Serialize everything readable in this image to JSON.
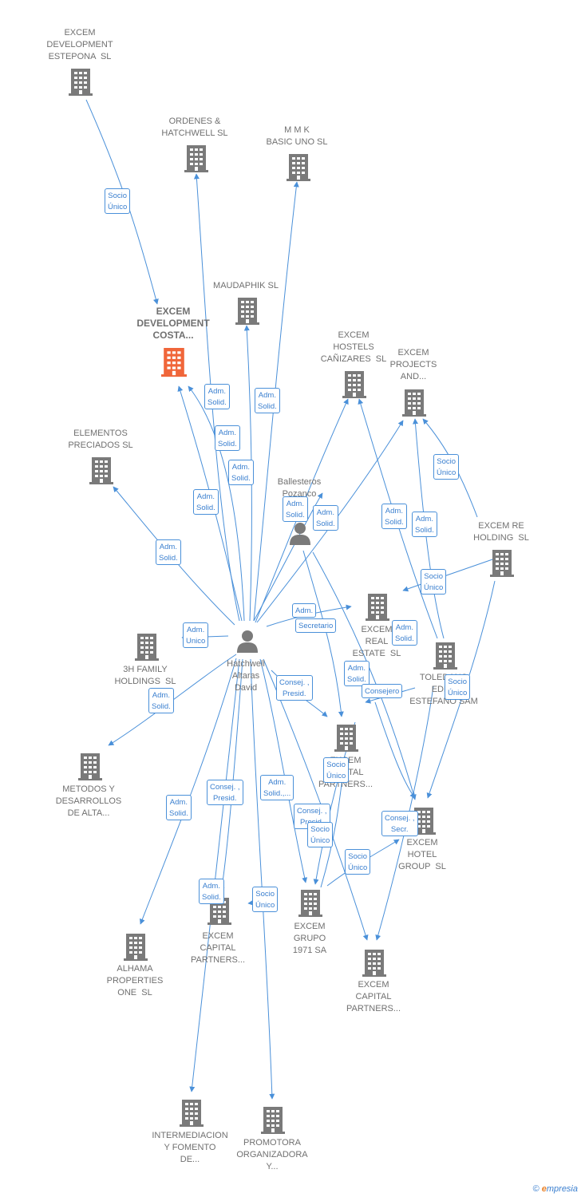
{
  "colors": {
    "edge": "#4a90d9",
    "building": "#7a7a7a",
    "focus": "#f0663a",
    "person": "#7a7a7a"
  },
  "nodes": {
    "excem_dev_estepona": {
      "label": "EXCEM\nDEVELOPMENT\nESTEPONA  SL",
      "icon": "building-icon"
    },
    "ordenes_hatchwell": {
      "label": "ORDENES &\nHATCHWELL SL",
      "icon": "building-icon"
    },
    "mmk_basic_uno": {
      "label": "M M K\nBASIC UNO SL",
      "icon": "building-icon"
    },
    "maudaphik": {
      "label": "MAUDAPHIK SL",
      "icon": "building-icon"
    },
    "excem_dev_costa": {
      "label": "EXCEM\nDEVELOPMENT\nCOSTA...",
      "icon": "building-icon",
      "focus": true
    },
    "excem_hostels": {
      "label": "EXCEM\nHOSTELS\nCAÑIZARES  SL",
      "icon": "building-icon"
    },
    "excem_projects": {
      "label": "EXCEM\nPROJECTS\nAND...",
      "icon": "building-icon"
    },
    "elementos_preciados": {
      "label": "ELEMENTOS\nPRECIADOS SL",
      "icon": "building-icon"
    },
    "ballesteros": {
      "label": "Ballesteros\nPozanco",
      "icon": "person-icon"
    },
    "excem_re_holding": {
      "label": "EXCEM RE\nHOLDING  SL",
      "icon": "building-icon"
    },
    "excem_real_estate": {
      "label": "EXCEM\nREAL\nESTATE  SL",
      "icon": "building-icon"
    },
    "hatchwell": {
      "label": "Hatchwell\nAltaras\nDavid",
      "icon": "person-icon"
    },
    "three_h_family": {
      "label": "3H FAMILY\nHOLDINGS  SL",
      "icon": "building-icon"
    },
    "toledano": {
      "label": "TOLEDANO\nEDEN\nESTEFANO SAM",
      "icon": "building-icon"
    },
    "metodos": {
      "label": "METODOS Y\nDESARROLLOS\nDE ALTA...",
      "icon": "building-icon"
    },
    "excem_capital_partners_mid": {
      "label": "EXCEM\nCAPITAL\nPARTNERS...",
      "icon": "building-icon"
    },
    "excem_hotel_group": {
      "label": "EXCEM\nHOTEL\nGROUP  SL",
      "icon": "building-icon"
    },
    "excem_capital_partners_left": {
      "label": "EXCEM\nCAPITAL\nPARTNERS...",
      "icon": "building-icon"
    },
    "excem_grupo_1971": {
      "label": "EXCEM\nGRUPO\n1971 SA",
      "icon": "building-icon"
    },
    "alhama": {
      "label": "ALHAMA\nPROPERTIES\nONE  SL",
      "icon": "building-icon"
    },
    "excem_capital_partners_bottom": {
      "label": "EXCEM\nCAPITAL\nPARTNERS...",
      "icon": "building-icon"
    },
    "intermediacion": {
      "label": "INTERMEDIACION\nY FOMENTO\nDE...",
      "icon": "building-icon"
    },
    "promotora": {
      "label": "PROMOTORA\nORGANIZADORA\nY...",
      "icon": "building-icon"
    }
  },
  "badges": [
    {
      "id": "b1",
      "text": "Socio\nÚnico"
    },
    {
      "id": "b2",
      "text": "Adm.\nSolid."
    },
    {
      "id": "b3",
      "text": "Adm.\nSolid."
    },
    {
      "id": "b4",
      "text": "Adm.\nSolid."
    },
    {
      "id": "b5",
      "text": "Adm.\nSolid."
    },
    {
      "id": "b6",
      "text": "Adm.\nSolid."
    },
    {
      "id": "b7",
      "text": "Adm.\nSolid."
    },
    {
      "id": "b8",
      "text": "Adm.\nSolid."
    },
    {
      "id": "b9",
      "text": "Socio\nÚnico"
    },
    {
      "id": "b10",
      "text": "Adm.\nSolid."
    },
    {
      "id": "b11",
      "text": "Adm.\nSolid."
    },
    {
      "id": "b12",
      "text": "Socio\nÚnico"
    },
    {
      "id": "b13",
      "text": "Adm.\nUnico"
    },
    {
      "id": "b14",
      "text": "Adm."
    },
    {
      "id": "b15",
      "text": "Secretario"
    },
    {
      "id": "b16",
      "text": "Adm.\nSolid."
    },
    {
      "id": "b17",
      "text": "Adm.\nSolid."
    },
    {
      "id": "b18",
      "text": "Consej. ,\nPresid."
    },
    {
      "id": "b19",
      "text": "Consejero"
    },
    {
      "id": "b20",
      "text": "Adm.\nSolid."
    },
    {
      "id": "b21",
      "text": "Socio\nÚnico"
    },
    {
      "id": "b22",
      "text": "Socio\nÚnico"
    },
    {
      "id": "b23",
      "text": "Consej. ,\nPresid."
    },
    {
      "id": "b24",
      "text": "Adm.\nSolid.,..."
    },
    {
      "id": "b25",
      "text": "Adm.\nSolid."
    },
    {
      "id": "b26",
      "text": "Consej. ,\nPresid."
    },
    {
      "id": "b27",
      "text": "Socio\nÚnico"
    },
    {
      "id": "b28",
      "text": "Consej. ,\nSecr."
    },
    {
      "id": "b29",
      "text": "Socio\nÚnico"
    },
    {
      "id": "b30",
      "text": "Adm.\nSolid."
    },
    {
      "id": "b31",
      "text": "Adm.\nSolid."
    },
    {
      "id": "b32",
      "text": "Socio\nÚnico"
    }
  ],
  "footer": {
    "copyright": "©",
    "brand": "mpresia",
    "brand_initial": "e"
  }
}
